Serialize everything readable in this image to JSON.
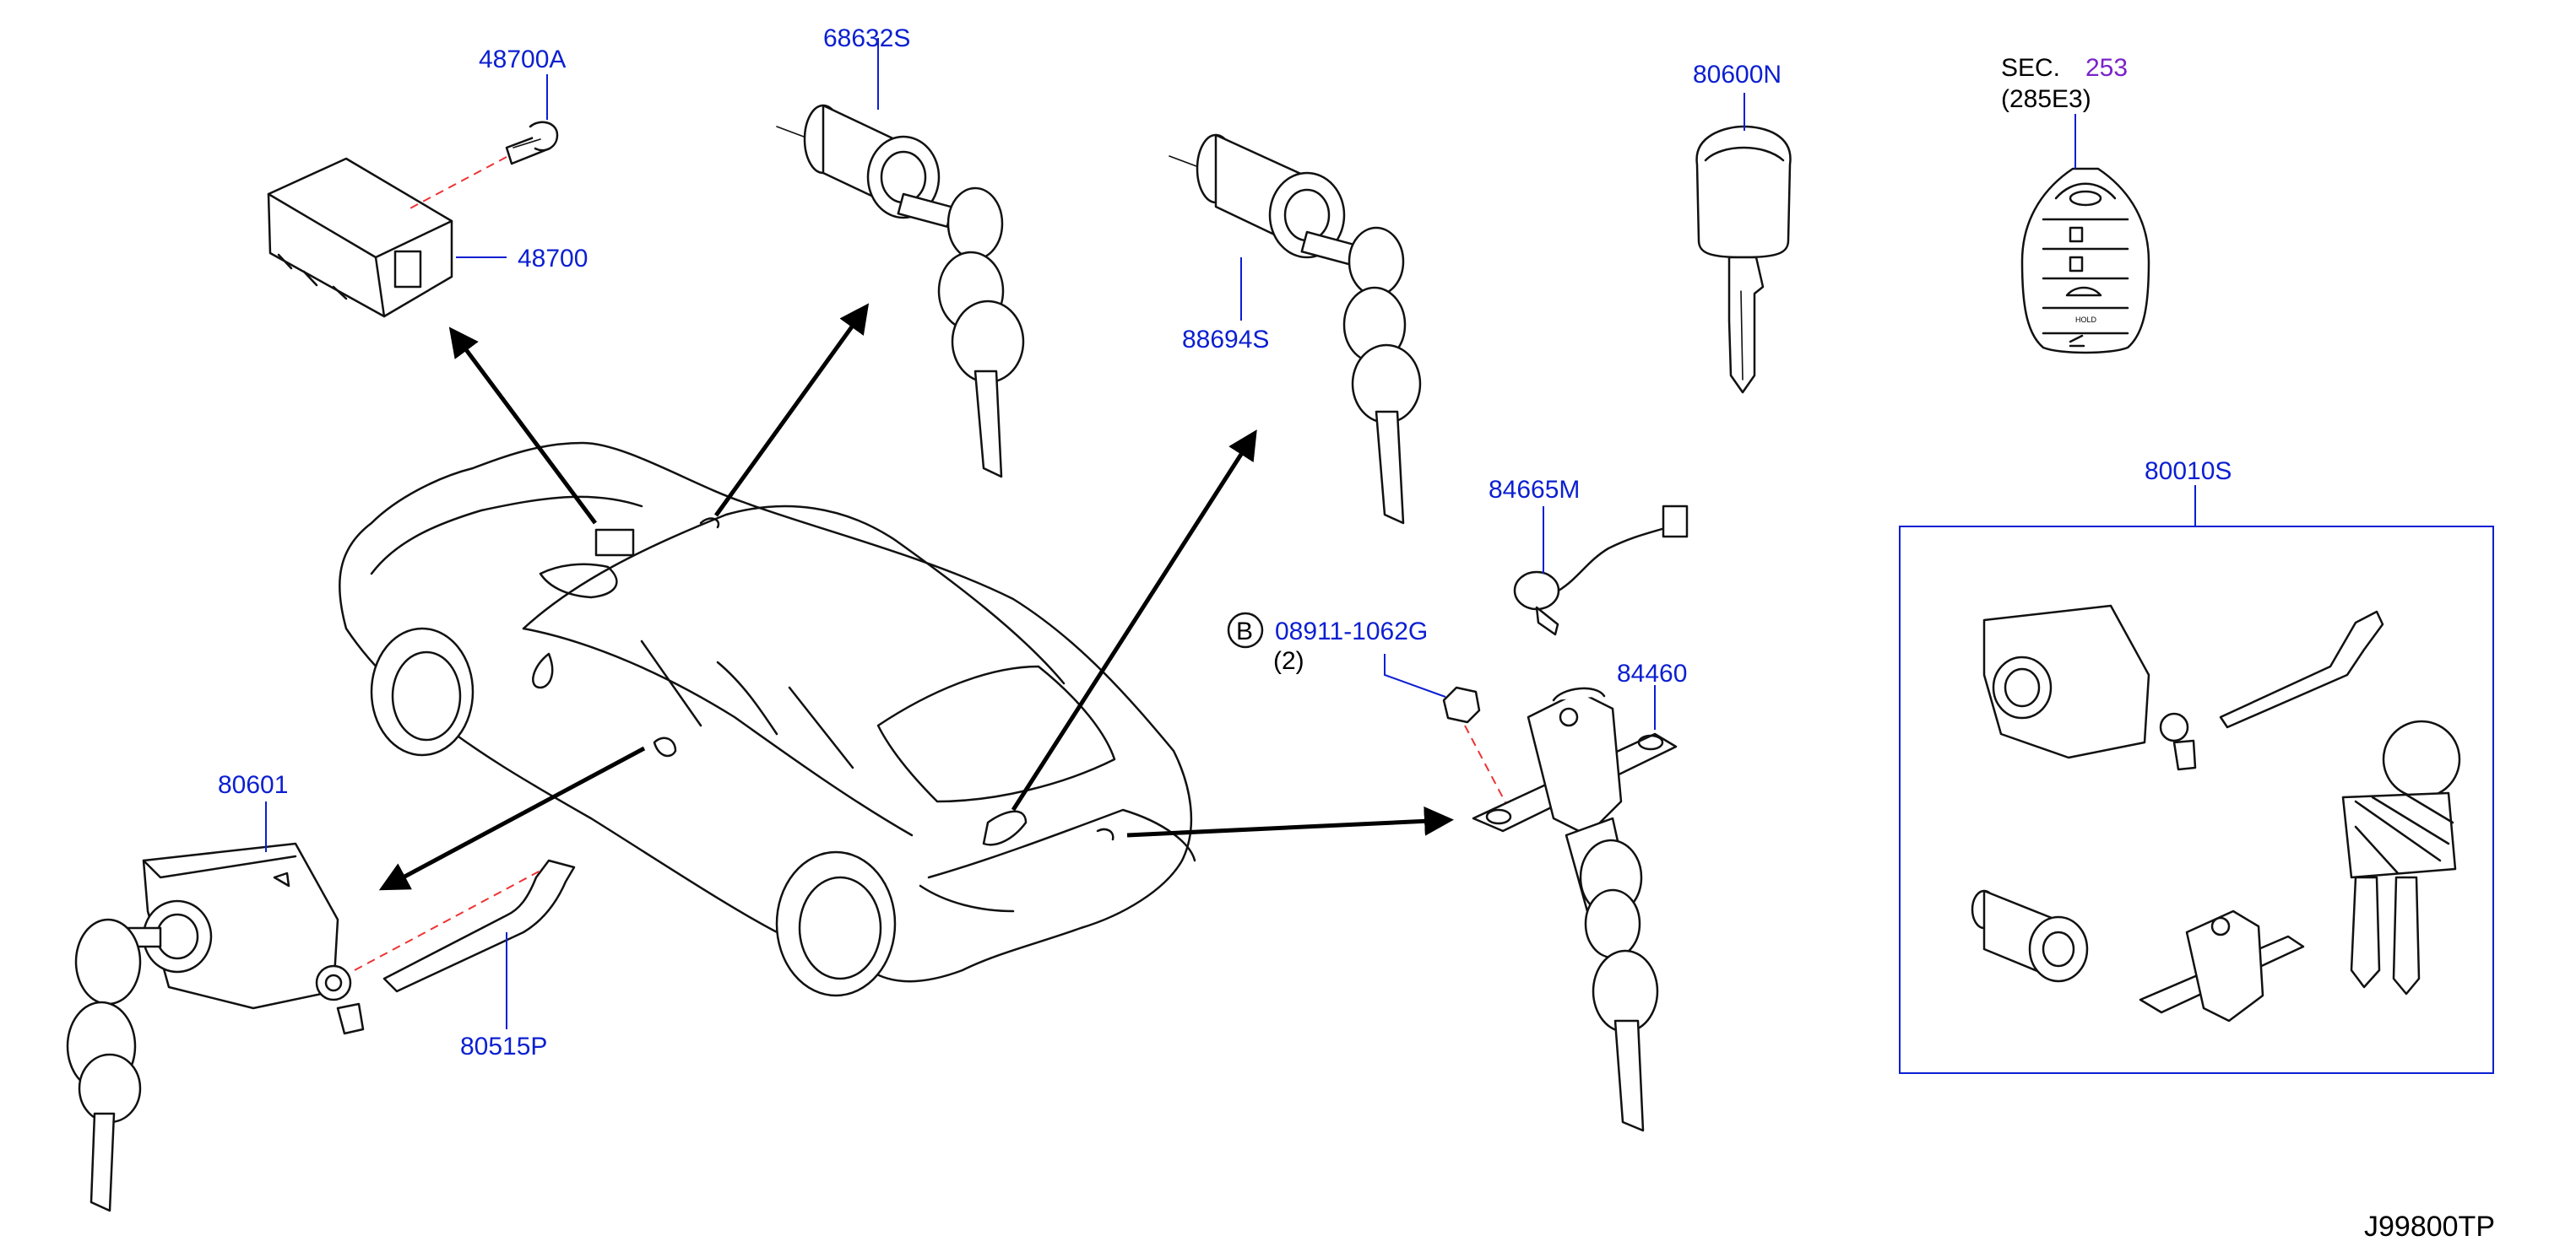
{
  "callouts": {
    "p48700a": "48700A",
    "p48700": "48700",
    "p68632s": "68632S",
    "p88694s": "88694S",
    "p80600n": "80600N",
    "sec_prefix": "SEC.",
    "sec_number": "253",
    "sec_sub": "(285E3)",
    "p84665m": "84665M",
    "b_marker": "B",
    "p08911": "08911-1062G",
    "qty2": "(2)",
    "p84460": "84460",
    "p80010s": "80010S",
    "p80601": "80601",
    "p80515p": "80515P"
  },
  "fob_hold": "HOLD",
  "diagram_code": "J99800TP",
  "colors": {
    "callout": "#0b1fd1",
    "sec_number": "#7a22c9",
    "dashed_leader": "#e33333",
    "line_art": "#111111"
  }
}
